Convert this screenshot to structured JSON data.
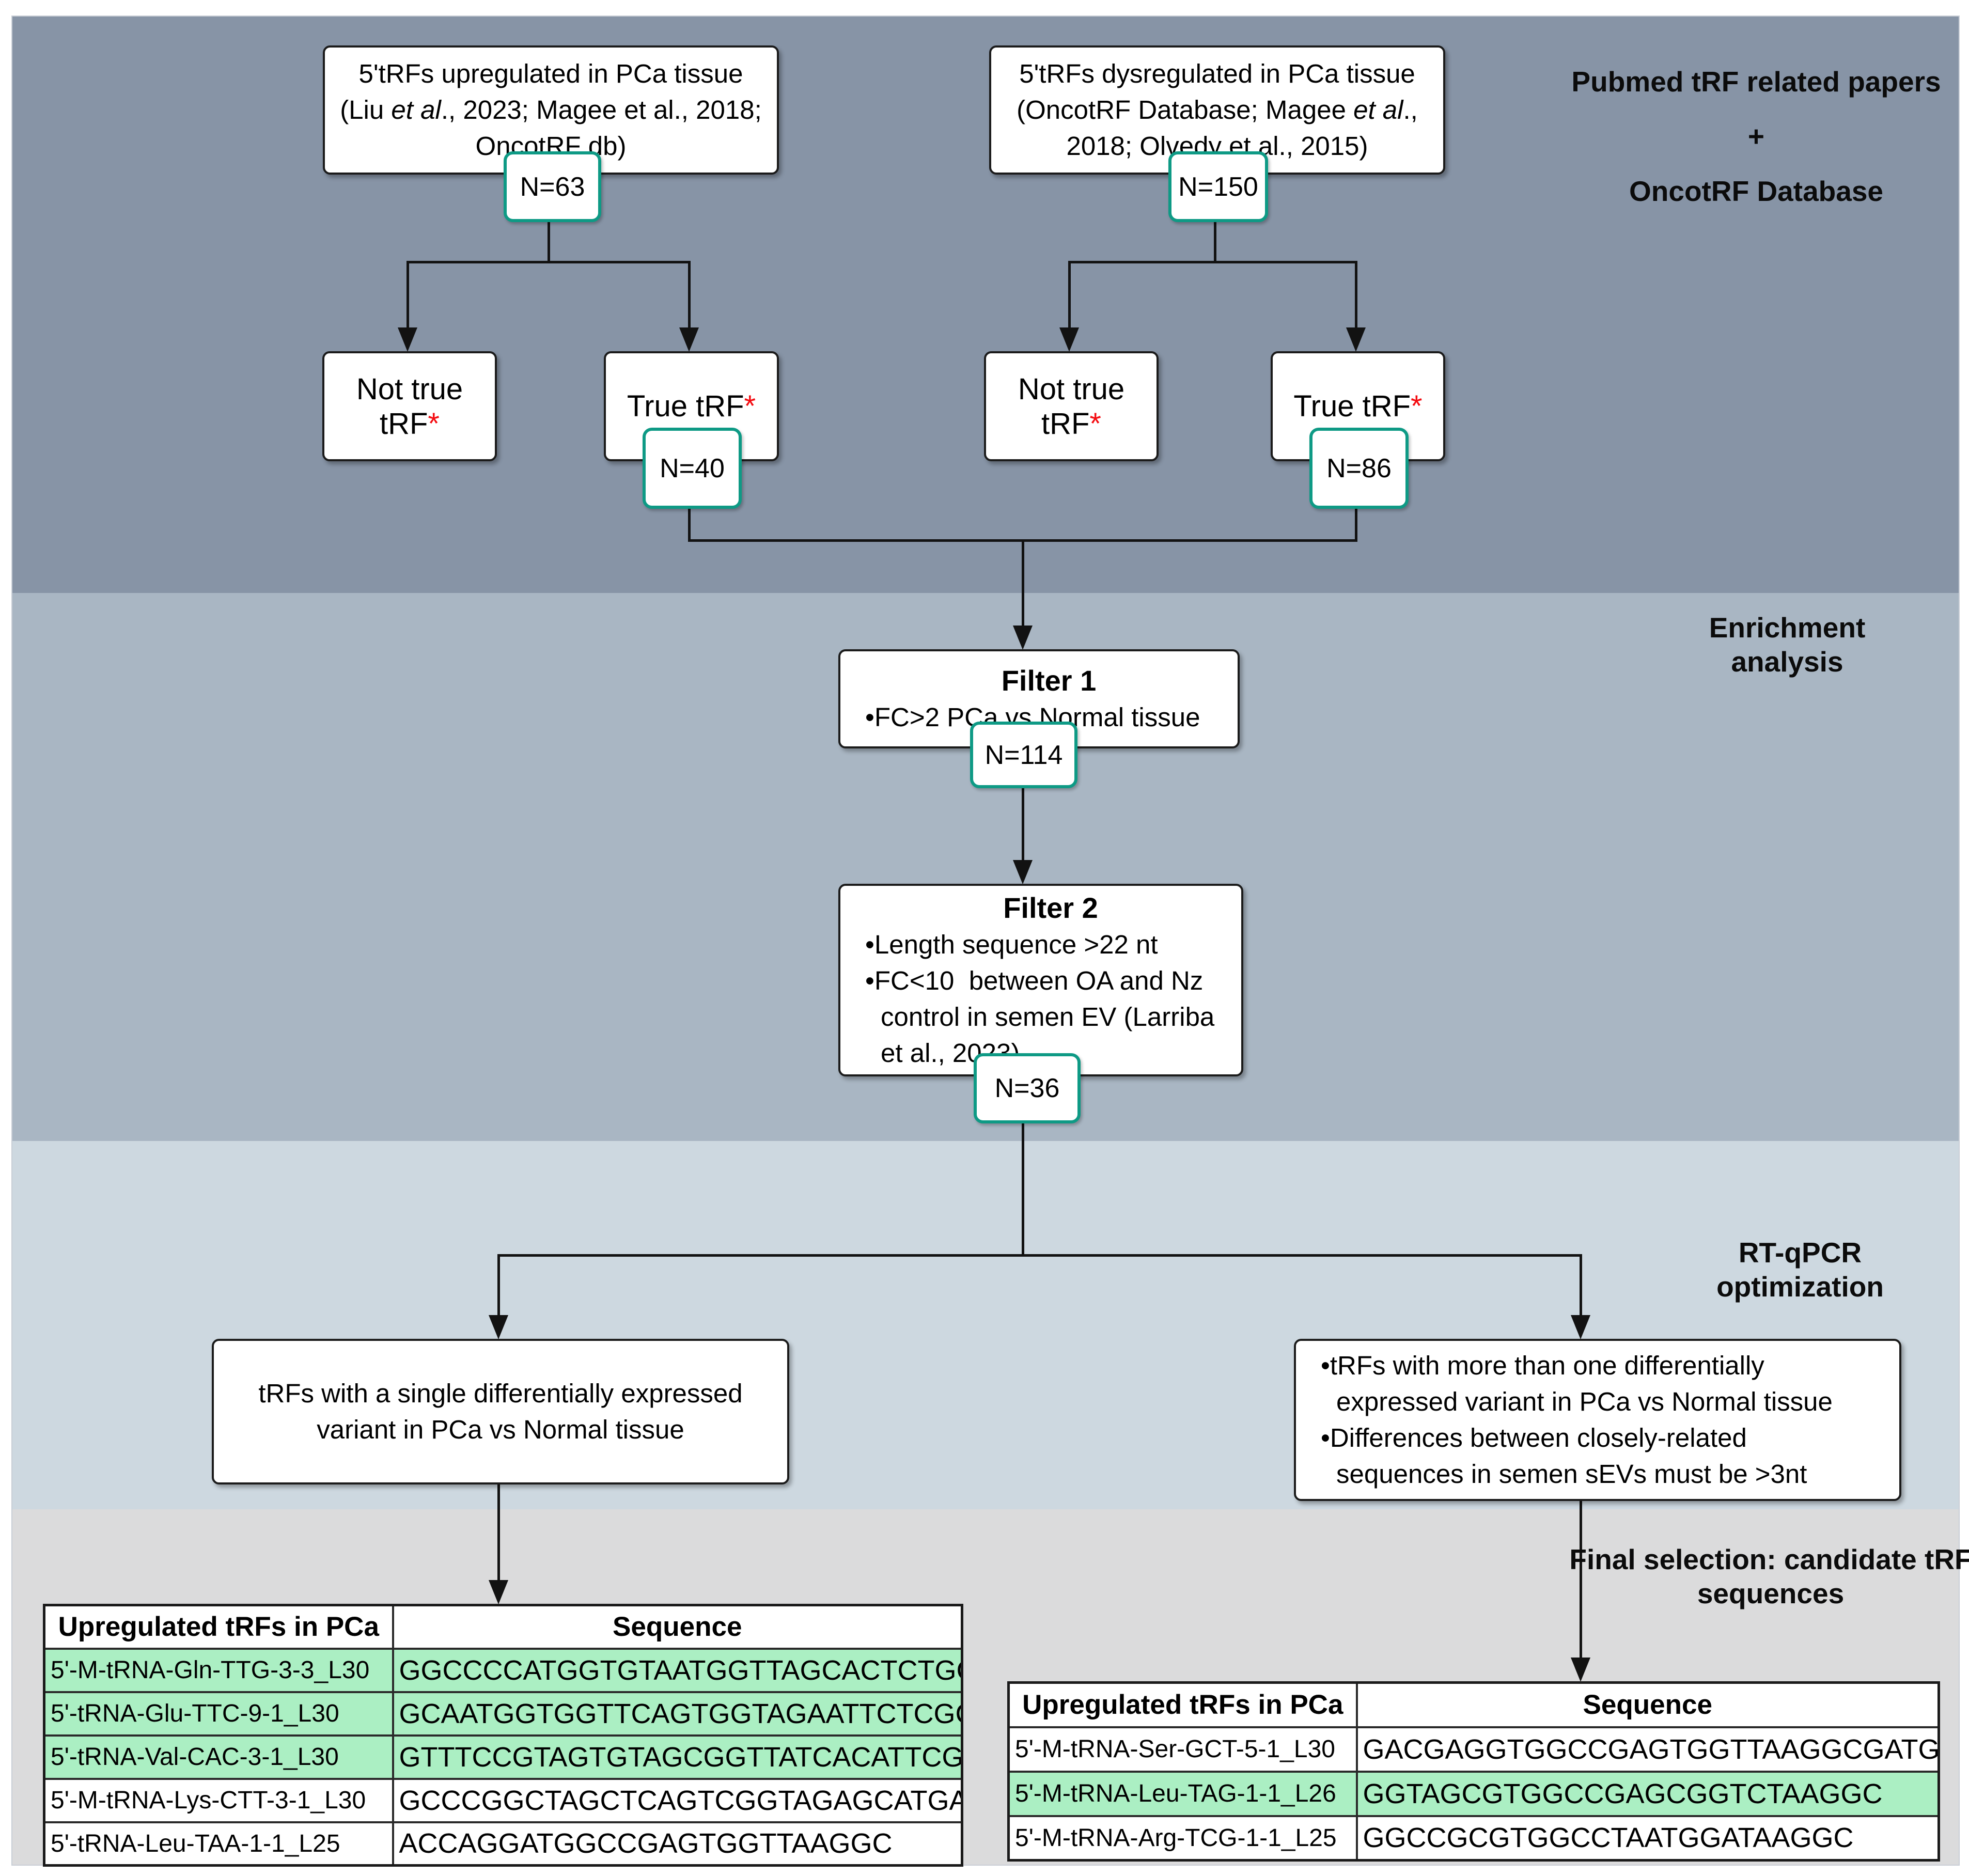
{
  "figure_title": "tRF candidate selection flowchart",
  "colors": {
    "band_sources": "#8794a6",
    "band_enrichment": "#a9b6c3",
    "band_rtqpcr": "#cdd8e0",
    "band_final": "#dbdbdc",
    "badge_border_teal": "#0e9a85",
    "highlight_green": "#abefc3",
    "asterisk_red": "#f40b10"
  },
  "section_labels": {
    "sources_lines": [
      "Pubmed tRF related papers",
      "+",
      "OncotRF Database"
    ],
    "enrichment": "Enrichment analysis",
    "rtqpcr": "RT-qPCR optimization",
    "final_lines": [
      "Final selection: candidate tRF",
      "sequences"
    ]
  },
  "nodes": {
    "source_left": {
      "lines": [
        "5'tRFs upregulated in PCa tissue",
        "(Liu *et al*., 2023; Magee et al., 2018;",
        "OncotRF db)"
      ],
      "count": "N=63"
    },
    "source_right": {
      "lines": [
        "5'tRFs dysregulated in PCa tissue",
        "(OncotRF Database; Magee *et al*.,",
        "2018; Olvedy et al., 2015)"
      ],
      "count": "N=150"
    },
    "not_true_left": {
      "label": "Not true tRF",
      "asterisk": "*"
    },
    "true_left": {
      "label": "True tRF",
      "asterisk": "*",
      "count": "N=40"
    },
    "not_true_right": {
      "label": "Not true tRF",
      "asterisk": "*"
    },
    "true_right": {
      "label": "True tRF",
      "asterisk": "*",
      "count": "N=86"
    },
    "filter1": {
      "title": "Filter 1",
      "lines": [
        {
          "text": "•FC>2 PCa vs Normal tissue"
        }
      ],
      "count": "N=114"
    },
    "filter2": {
      "title": "Filter 2",
      "lines": [
        {
          "text": "•Length sequence >22 nt"
        },
        {
          "text": "•FC<10  between OA and Nz"
        },
        {
          "text": "control in semen EV (Larriba",
          "indent": true
        },
        {
          "text": "et al., 2023)",
          "indent": true
        }
      ],
      "count": "N=36"
    },
    "single_variant": {
      "lines": [
        "tRFs with a single differentially expressed",
        "variant in PCa vs Normal tissue"
      ]
    },
    "multi_variant": {
      "lines": [
        {
          "text": "•tRFs with more than one differentially"
        },
        {
          "text": "expressed variant in PCa vs Normal tissue",
          "indent": true
        },
        {
          "text": "•Differences between closely-related"
        },
        {
          "text": "sequences in semen sEVs must be >3nt",
          "indent": true
        }
      ]
    }
  },
  "tables": {
    "left": {
      "headers": [
        "Upregulated tRFs in PCa",
        "Sequence"
      ],
      "rows": [
        {
          "name": "5'-M-tRNA-Gln-TTG-3-3_L30",
          "seq": "GGCCCCATGGTGTAATGGTTAGCACTCTGG",
          "highlight": true
        },
        {
          "name": "5'-tRNA-Glu-TTC-9-1_L30",
          "seq": "GCAATGGTGGTTCAGTGGTAGAATTCTCGC",
          "highlight": true
        },
        {
          "name": "5'-tRNA-Val-CAC-3-1_L30",
          "seq": "GTTTCCGTAGTGTAGCGGTTATCACATTCG",
          "highlight": true
        },
        {
          "name": "5'-M-tRNA-Lys-CTT-3-1_L30",
          "seq": "GCCCGGCTAGCTCAGTCGGTAGAGCATGAG",
          "highlight": false
        },
        {
          "name": "5'-tRNA-Leu-TAA-1-1_L25",
          "seq": "ACCAGGATGGCCGAGTGGTTAAGGC",
          "highlight": false
        }
      ]
    },
    "right": {
      "headers": [
        "Upregulated tRFs in PCa",
        "Sequence"
      ],
      "rows": [
        {
          "name": "5'-M-tRNA-Ser-GCT-5-1_L30",
          "seq": "GACGAGGTGGCCGAGTGGTTAAGGCGATGG",
          "highlight": false
        },
        {
          "name": "5'-M-tRNA-Leu-TAG-1-1_L26",
          "seq": "GGTAGCGTGGCCGAGCGGTCTAAGGC",
          "highlight": true
        },
        {
          "name": "5'-M-tRNA-Arg-TCG-1-1_L25",
          "seq": "GGCCGCGTGGCCTAATGGATAAGGC",
          "highlight": false
        }
      ]
    }
  }
}
